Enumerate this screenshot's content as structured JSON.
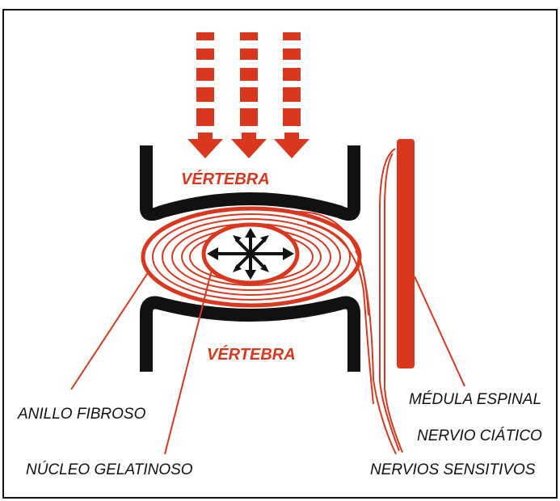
{
  "labels": {
    "vertebra_top": "VÉRTEBRA",
    "vertebra_bottom": "VÉRTEBRA",
    "anillo_fibroso": "ANILLO FIBROSO",
    "nucleo_gelatinoso": "NÚCLEO GELATINOSO",
    "medula_espinal": "MÉDULA ESPINAL",
    "nervio_ciatico": "NERVIO CIÁTICO",
    "nervios_sensitivos": "NERVIOS SENSITIVOS"
  },
  "colors": {
    "accent_red": "#d9381e",
    "bone_black": "#111111",
    "text_black": "#111111",
    "background": "#ffffff"
  },
  "icons": {
    "pressure_arrows": "down-arrow-dashed-icon",
    "expansion_arrows": "radial-arrows-icon"
  }
}
